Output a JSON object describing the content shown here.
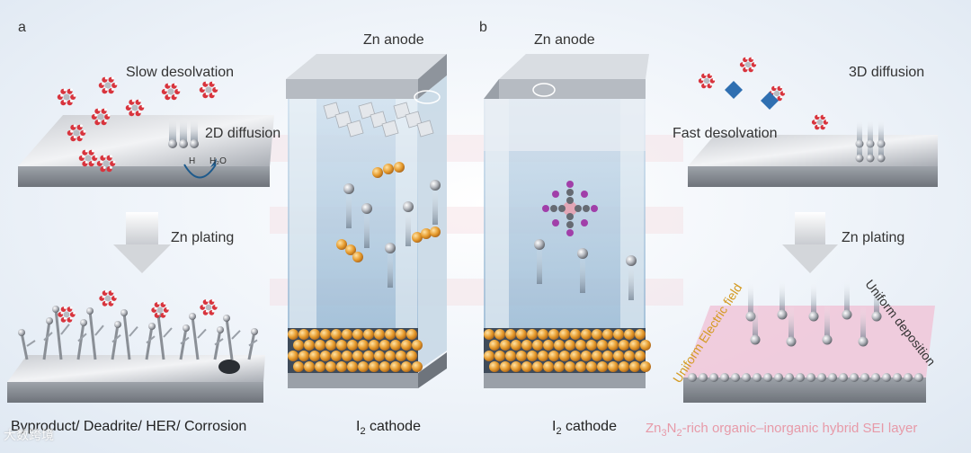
{
  "panel_a": {
    "letter": "a",
    "slow_desolvation": "Slow desolvation",
    "diffusion_2d": "2D diffusion",
    "zn_plating": "Zn plating",
    "byproduct_caption": "Byproduct/ Deadrite/ HER/ Corrosion",
    "h2_label": "H",
    "h2o_label": "H₂O",
    "zn_anode": "Zn anode",
    "cathode_main": "I",
    "cathode_sub": "2",
    "cathode_rest": " cathode"
  },
  "panel_b": {
    "letter": "b",
    "zn_anode": "Zn anode",
    "diffusion_3d": "3D diffusion",
    "fast_desolvation": "Fast desolvation",
    "zn_plating": "Zn plating",
    "uniform_field": "Uniform Electric field",
    "uniform_deposition": "Uniform deposition",
    "cathode_main": "I",
    "cathode_sub": "2",
    "cathode_rest": " cathode",
    "sei_part1": "Zn",
    "sei_sub1": "3",
    "sei_part2": "N",
    "sei_sub2": "2",
    "sei_part3": "-rich organic–inorganic hybrid SEI layer"
  },
  "watermark": "大数跨境",
  "colors": {
    "zn_ion": "#b9bcc2",
    "iodine": "#e6a03a",
    "solvated": "#d8343d",
    "sei": "#e7a3c0",
    "field_text": "#d49a22"
  }
}
